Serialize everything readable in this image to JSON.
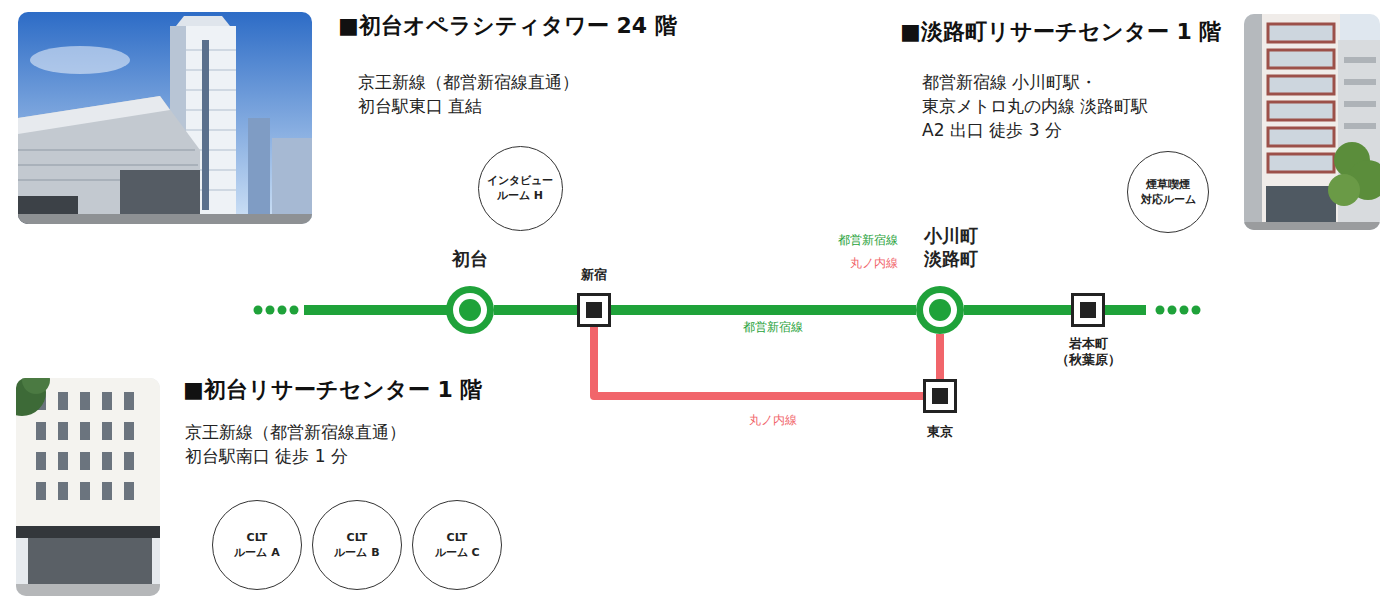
{
  "diagram": {
    "nodes": [
      {
        "text": [
          "■初台オペラシティタワー 24 階",
          "京王新線（都営新宿線直通） 初台駅東口 直結"
        ]
      },
      {
        "text": [
          "インタビュー ルーム H"
        ]
      },
      {
        "text": [
          "■淡路町リサーチセンター 1 階",
          "都営新宿線 小川町駅・ 東京メトロ丸の内線 淡路町駅 A2 出口 徒歩 3 分"
        ]
      },
      {
        "text": [
          "煙草喫煙 対応ルーム"
        ]
      },
      {
        "text": [
          "初台"
        ]
      },
      {
        "text": [
          "新宿"
        ]
      },
      {
        "text": [
          "小川町 淡路町"
        ]
      },
      {
        "text": [
          "岩本町 （秋葉原）"
        ]
      },
      {
        "text": [
          "東京"
        ]
      },
      {
        "text": [
          "■初台リサーチセンター 1 階",
          "京王新線（都営新宿線直通） 初台駅南口 徒歩 1 分"
        ]
      },
      {
        "text": [
          "CLT ルーム A"
        ]
      },
      {
        "text": [
          "CLT ルーム B"
        ]
      },
      {
        "text": [
          "CLT ルーム C"
        ]
      }
    ],
    "edges": [
      {
        "from": 4,
        "to": 5,
        "arrow": "none"
      },
      {
        "from": 5,
        "to": 6,
        "label": "都営新宿線",
        "arrow": "none"
      },
      {
        "from": 6,
        "to": 7,
        "arrow": "none"
      },
      {
        "from": 5,
        "to": 8,
        "label": "丸ノ内線",
        "arrow": "none"
      },
      {
        "from": 8,
        "to": 6,
        "arrow": "none"
      }
    ],
    "labels": [
      "都営新宿線",
      "丸ノ内線"
    ]
  }
}
